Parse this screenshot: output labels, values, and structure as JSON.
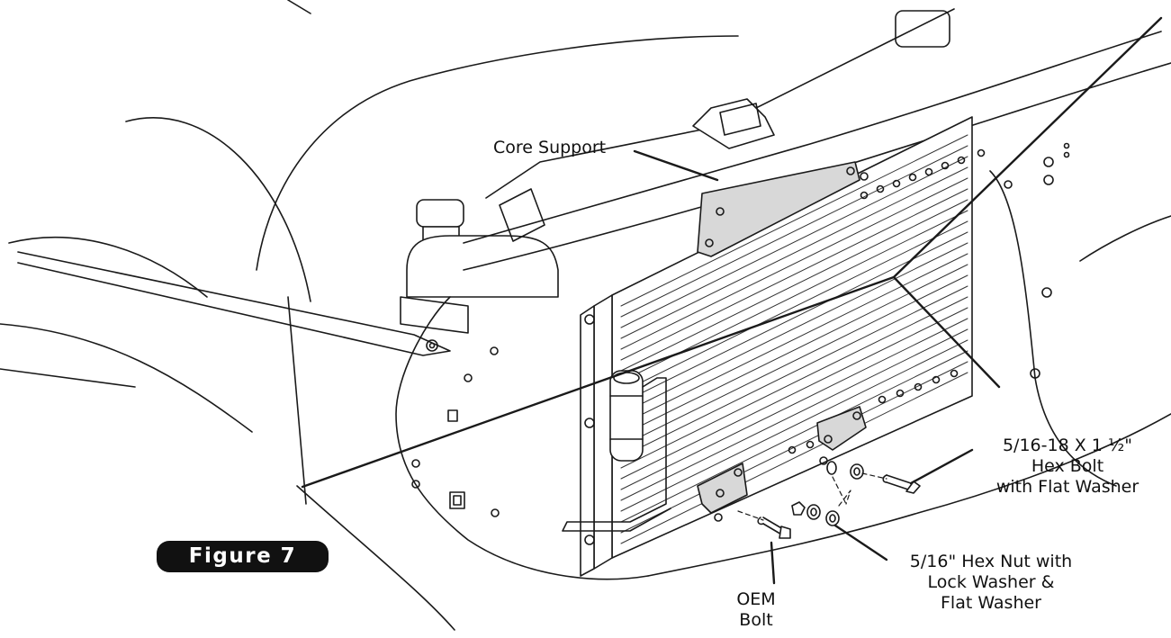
{
  "figure_label": "Figure 7",
  "callouts": {
    "core_support": "Core Support",
    "hex_bolt": [
      "5/16-18 X 1 ½\"",
      "Hex Bolt",
      "with Flat Washer"
    ],
    "oem_bolt": [
      "OEM",
      "Bolt"
    ],
    "hex_nut": [
      "5/16\" Hex Nut with",
      "Lock Washer &",
      "Flat Washer"
    ]
  }
}
